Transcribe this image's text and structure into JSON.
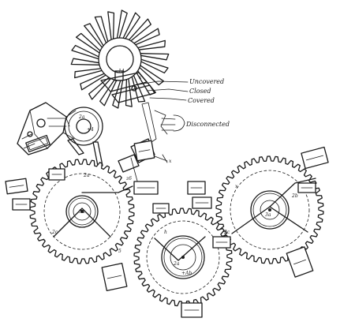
{
  "labels": {
    "uncovered": "Uncovered",
    "closed": "Closed",
    "covered": "Covered",
    "disconnected": "Disconnected"
  },
  "colors": {
    "ink": "#1a1a1a",
    "paper": "#ffffff"
  }
}
